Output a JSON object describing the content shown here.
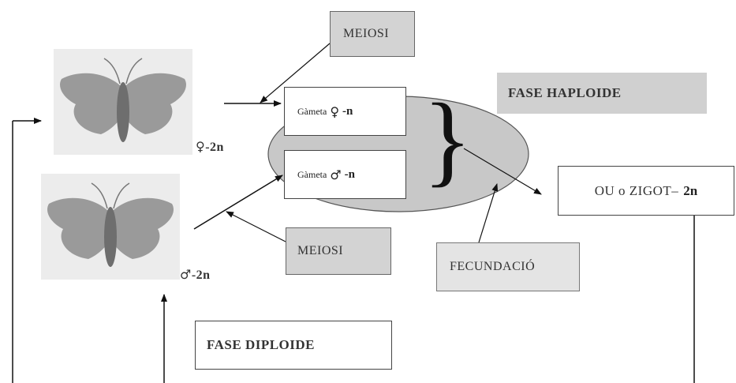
{
  "labels": {
    "meiosi_top": "MEIOSI",
    "meiosi_bottom": "MEIOSI",
    "fase_haploide": "FASE HAPLOIDE",
    "fase_diploide": "FASE DIPLOIDE",
    "fecundacio": "FECUNDACIÓ",
    "zigot_prefix": "OU o ZIGOT–",
    "zigot_ploidy": "2n",
    "gameta_female_word": "Gàmeta",
    "gameta_female_symbol": "♀",
    "gameta_female_ploidy": "-n",
    "gameta_male_word": "Gàmeta",
    "gameta_male_symbol": "♂",
    "gameta_male_ploidy": "-n",
    "female_symbol": "♀",
    "female_ploidy": "-2n",
    "male_symbol": "♂",
    "male_ploidy": "-2n",
    "brace": "}"
  },
  "images": {
    "female_moth": "moth-photo",
    "male_moth": "moth-photo"
  },
  "colors": {
    "ellipse_fill": "#c8c8c8",
    "gray_box": "#d3d3d3",
    "photo_bg": "#ececec",
    "moth_body": "#8a8a8a"
  }
}
